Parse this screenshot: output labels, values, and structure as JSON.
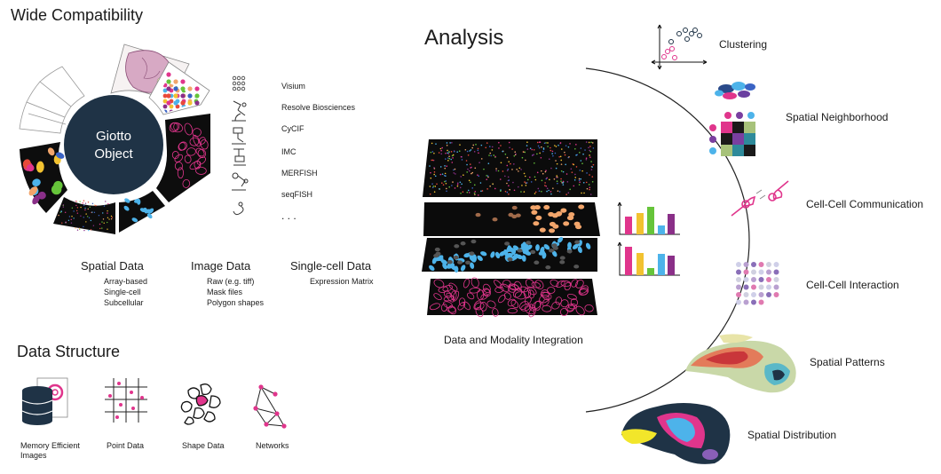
{
  "wide": {
    "title": "Wide Compatibility",
    "core": [
      "Giotto",
      "Object"
    ],
    "technologies": [
      "Visium",
      "Resolve Biosciences",
      "CyCIF",
      "IMC",
      "MERFISH",
      "seqFISH",
      ". . ."
    ],
    "columns": [
      {
        "title": "Spatial Data",
        "lines": [
          "Array-based",
          "Single-cell",
          "Subcellular"
        ]
      },
      {
        "title": "Image Data",
        "lines": [
          "Raw (e.g. tiff)",
          "Mask files",
          "Polygon shapes"
        ]
      },
      {
        "title": "Single-cell Data",
        "lines": [
          "Expression Matrix"
        ]
      }
    ]
  },
  "structure": {
    "title": "Data Structure",
    "items": [
      {
        "label_lines": [
          "Memory Efficient",
          "Images"
        ]
      },
      {
        "label_lines": [
          "Point Data"
        ]
      },
      {
        "label_lines": [
          "Shape Data"
        ]
      },
      {
        "label_lines": [
          "Networks"
        ]
      }
    ]
  },
  "analysis": {
    "title": "Analysis",
    "integration_label": "Data and Modality Integration",
    "items": [
      "Clustering",
      "Spatial Neighborhood",
      "Cell-Cell Communication",
      "Cell-Cell Interaction",
      "Spatial Patterns",
      "Spatial Distribution"
    ]
  },
  "colors": {
    "core": "#1f3346",
    "magenta": "#e0358c",
    "blue": "#4db3ea",
    "orange": "#f2a56b",
    "dark": "#111111"
  },
  "icons": [
    "dots-grid-icon",
    "microscope-icon",
    "cycif-icon",
    "imc-icon",
    "merfish-icon",
    "seqfish-icon",
    "database-icon",
    "point-grid-icon",
    "shape-cells-icon",
    "network-icon",
    "clustering-icon",
    "neighborhood-matrix-icon",
    "communication-icon",
    "interaction-dots-icon",
    "tissue-pattern-icon",
    "tissue-distribution-icon"
  ]
}
